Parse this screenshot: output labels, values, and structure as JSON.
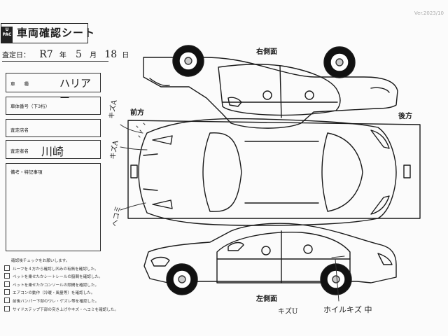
{
  "version": "Ver.2023/10",
  "logo": {
    "line1": "U",
    "line2": "PAC"
  },
  "title": "車両確認シート",
  "date": {
    "label": "査定日：",
    "year": "R7",
    "year_unit": "年",
    "month": "5",
    "month_unit": "月",
    "day": "18",
    "day_unit": "日"
  },
  "fields": {
    "vehicle_label": "車　　種",
    "vehicle_value": "ハリアー",
    "chassis_label": "車体番号（下3桁）",
    "chassis_value": "",
    "shop_label": "査定店名",
    "shop_value": "",
    "appraiser_label": "査定者名",
    "appraiser_value": "川崎",
    "notes_label": "備考・特記事項",
    "notes_value": ""
  },
  "checklist": [
    "確認後チェックをお願いします。",
    "ルーフを４方から確認し凹みの有無を確認した。",
    "ペットを乗せたかシートレールの脇間を確認した。",
    "ペットを乗せたかコンソールの隙間を確認した。",
    "エアコンの動作（冷暖・風量等）を確認した。",
    "前後バンパー下部のワレ・ゲズレ等を確認した。",
    "サイドステップ下部の突き上げやキズ・ヘコミを確認した。"
  ],
  "views": {
    "right_side": "右側面",
    "front": "前方",
    "rear": "後方",
    "left_side": "左側面"
  },
  "annotations": {
    "front_a": "キズA",
    "front_b": "キズA",
    "front_c": "ヘコミ",
    "left_a": "キズU",
    "left_b": "ホイルキズ 中"
  }
}
